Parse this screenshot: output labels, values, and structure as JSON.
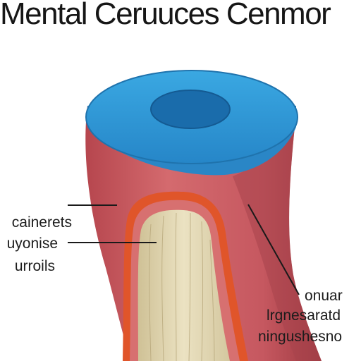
{
  "title": "Mental Ceruuces Cenmor",
  "labels": {
    "left": [
      "cainerets",
      "uyonise",
      "urroils"
    ],
    "right": [
      "onuar",
      "lrgnesaratd",
      "ningushesno"
    ]
  },
  "colors": {
    "outer_wall": "#c95a60",
    "outer_wall_dark": "#a63c44",
    "top_surface": "#2a8fd0",
    "top_surface_light": "#3aa5e0",
    "lumen": "#1a6fab",
    "inner_layer": "#e0552a",
    "core": "#ddd2aa",
    "leader_line": "#1a1a1a"
  }
}
